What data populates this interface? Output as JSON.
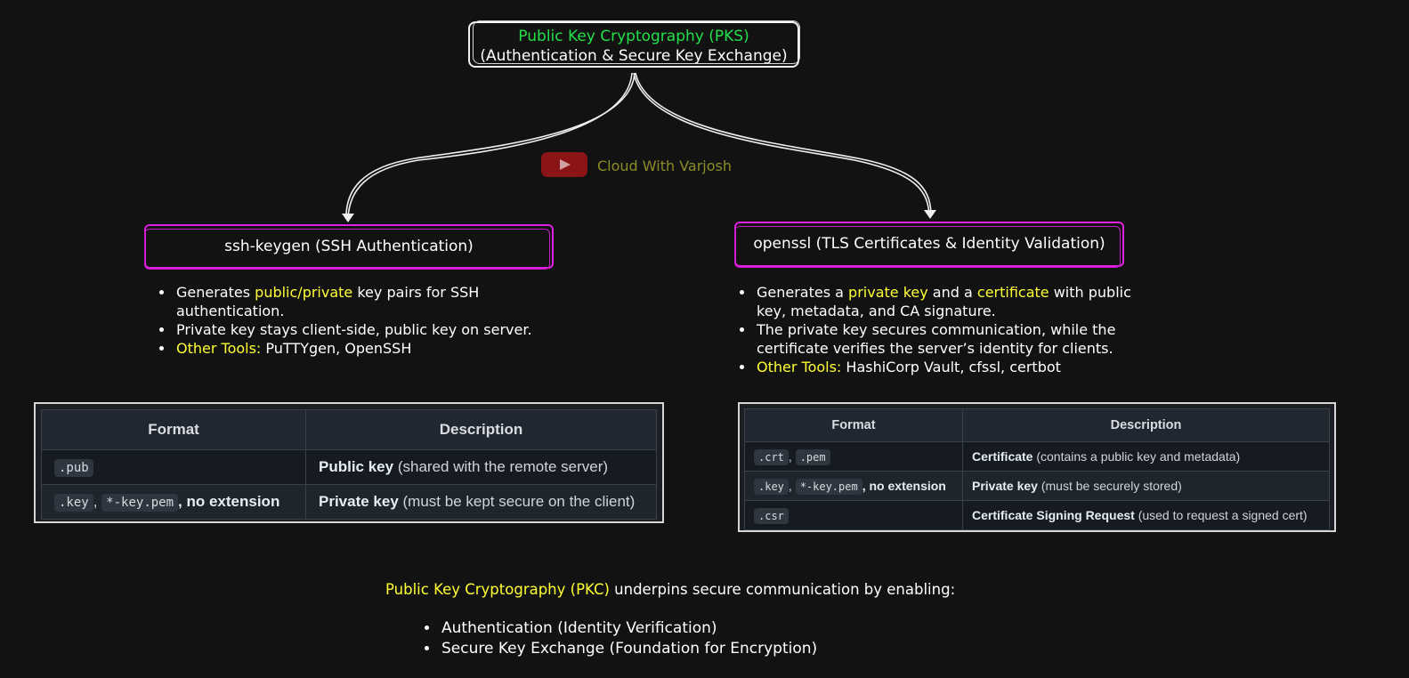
{
  "header": {
    "title": "Public Key Cryptography (PKS)",
    "subtitle": "(Authentication & Secure Key Exchange)"
  },
  "watermark": {
    "icon": "youtube-play-icon",
    "text": "Cloud With Varjosh"
  },
  "ssh": {
    "box_label": "ssh-keygen (SSH Authentication)",
    "bullets": [
      {
        "pre": "Generates ",
        "hl": "public/private",
        "post": " key pairs for SSH authentication."
      },
      {
        "text": "Private key stays client-side, public key on server."
      },
      {
        "hl": "Other Tools:",
        "post": " PuTTYgen, OpenSSH"
      }
    ],
    "table": {
      "headers": [
        "Format",
        "Description"
      ],
      "rows": [
        {
          "formats": [
            ".pub"
          ],
          "format_tail": "",
          "desc_bold": "Public key",
          "desc": " (shared with the remote server)"
        },
        {
          "formats": [
            ".key",
            "*-key.pem"
          ],
          "format_tail": ", no extension",
          "desc_bold": "Private key",
          "desc": " (must be kept secure on the client)"
        }
      ]
    }
  },
  "openssl": {
    "box_label": "openssl (TLS Certificates & Identity Validation)",
    "bullets": [
      {
        "pre": "Generates a ",
        "hl": "private key",
        "mid": " and a ",
        "hl2": "certificate",
        "post": " with public key, metadata, and CA signature."
      },
      {
        "text": "The private key secures communication, while the certificate verifies the server’s identity for clients."
      },
      {
        "hl": "Other Tools:",
        "post": " HashiCorp Vault, cfssl, certbot"
      }
    ],
    "table": {
      "headers": [
        "Format",
        "Description"
      ],
      "rows": [
        {
          "formats": [
            ".crt",
            ".pem"
          ],
          "format_tail": "",
          "desc_bold": "Certificate",
          "desc": " (contains a public key and metadata)"
        },
        {
          "formats": [
            ".key",
            "*-key.pem"
          ],
          "format_tail": ", no extension",
          "desc_bold": "Private key",
          "desc": " (must be securely stored)"
        },
        {
          "formats": [
            ".csr"
          ],
          "format_tail": "",
          "desc_bold": "Certificate Signing Request",
          "desc": " (used to request a signed cert)"
        }
      ]
    }
  },
  "footer": {
    "hl": "Public Key Cryptography (PKC)",
    "text": " underpins secure communication by enabling:",
    "bullets": [
      "Authentication (Identity Verification)",
      "Secure Key Exchange (Foundation for Encryption)"
    ]
  },
  "colors": {
    "background": "#121212",
    "title_green": "#22e04a",
    "highlight_yellow": "#ffff33",
    "box_magenta": "#e020e0",
    "watermark_red": "#8a1416"
  }
}
